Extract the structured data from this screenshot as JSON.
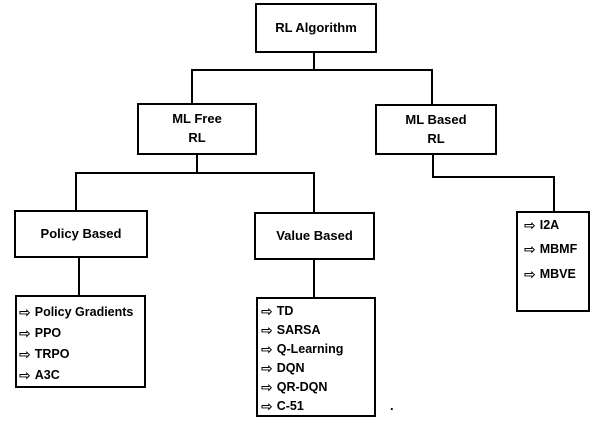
{
  "icons": {
    "arrow_bullet": "⇨"
  },
  "nodes": {
    "root": {
      "label": "RL Algorithm"
    },
    "ml_free": {
      "line1": "ML Free",
      "line2": "RL"
    },
    "ml_based": {
      "line1": "ML Based",
      "line2": "RL"
    },
    "policy_based": {
      "label": "Policy Based"
    },
    "value_based": {
      "label": "Value Based"
    },
    "policy_list": {
      "items": [
        "Policy Gradients",
        "PPO",
        "TRPO",
        "A3C"
      ]
    },
    "value_list": {
      "items": [
        "TD",
        "SARSA",
        "Q-Learning",
        "DQN",
        "QR-DQN",
        "C-51"
      ]
    },
    "model_based_list": {
      "items": [
        "I2A",
        "MBMF",
        "MBVE"
      ]
    }
  },
  "annotations": {
    "stray_period": "."
  },
  "colors": {
    "line": "#000000",
    "background": "#ffffff",
    "text": "#000000"
  }
}
